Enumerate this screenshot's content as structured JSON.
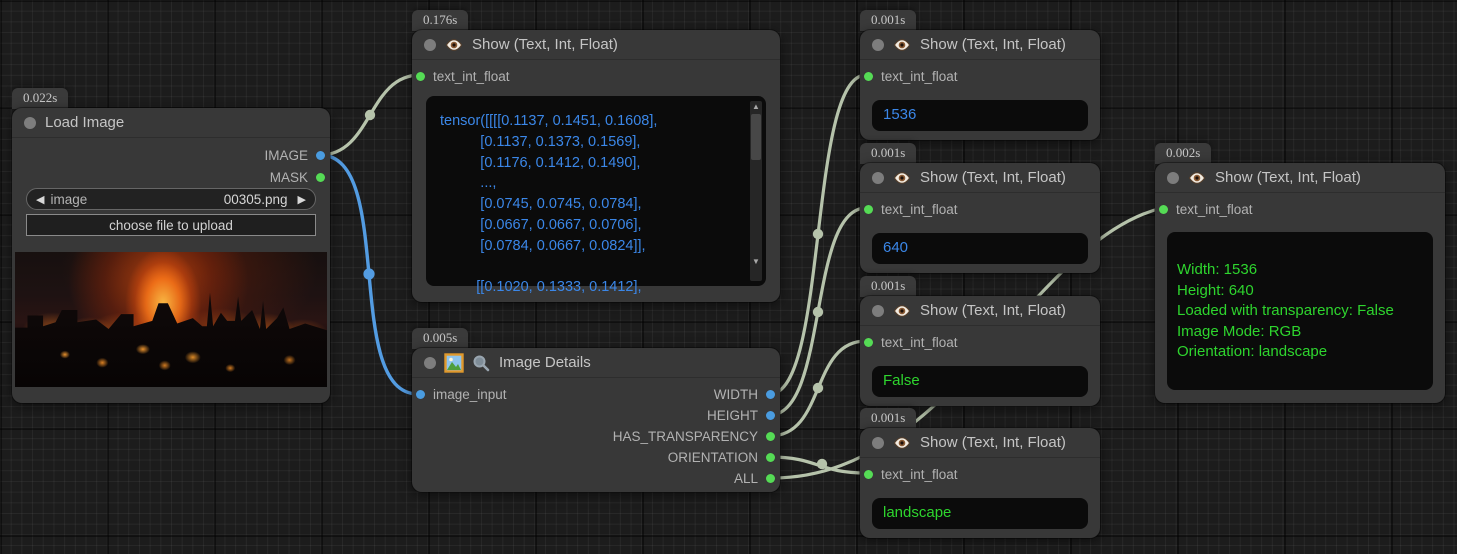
{
  "colors": {
    "wire_default": "#b6c3ab",
    "wire_image": "#539ce2",
    "slot_blue": "#4a9ce0",
    "slot_green": "#55db55",
    "value_blue": "#3b87e8",
    "value_green": "#2ed52e",
    "node_bg": "#383838",
    "textbox_bg": "#0b0b0b"
  },
  "icons": {
    "combo_prev": "◀",
    "combo_next": "▶",
    "scroll_up": "▲",
    "scroll_down": "▼"
  },
  "nodes": {
    "load_image": {
      "badge": "0.022s",
      "title": "Load Image",
      "outputs": [
        {
          "label": "IMAGE"
        },
        {
          "label": "MASK"
        }
      ],
      "combo_name": "image",
      "combo_value": "00305.png",
      "upload_button": "choose file to upload"
    },
    "show_tensor": {
      "badge": "0.176s",
      "title": "Show (Text, Int, Float)",
      "input_label": "text_int_float",
      "value": "tensor([[[[0.1137, 0.1451, 0.1608],\n          [0.1137, 0.1373, 0.1569],\n          [0.1176, 0.1412, 0.1490],\n          ...,\n          [0.0745, 0.0745, 0.0784],\n          [0.0667, 0.0667, 0.0706],\n          [0.0784, 0.0667, 0.0824]],\n\n         [[0.1020, 0.1333, 0.1412],"
    },
    "image_details": {
      "badge": "0.005s",
      "title": "Image Details",
      "input_label": "image_input",
      "outputs": [
        {
          "label": "WIDTH"
        },
        {
          "label": "HEIGHT"
        },
        {
          "label": "HAS_TRANSPARENCY"
        },
        {
          "label": "ORIENTATION"
        },
        {
          "label": "ALL"
        }
      ]
    },
    "show_width": {
      "badge": "0.001s",
      "title": "Show (Text, Int, Float)",
      "input_label": "text_int_float",
      "value": "1536"
    },
    "show_height": {
      "badge": "0.001s",
      "title": "Show (Text, Int, Float)",
      "input_label": "text_int_float",
      "value": "640"
    },
    "show_transparency": {
      "badge": "0.001s",
      "title": "Show (Text, Int, Float)",
      "input_label": "text_int_float",
      "value": "False"
    },
    "show_orientation": {
      "badge": "0.001s",
      "title": "Show (Text, Int, Float)",
      "input_label": "text_int_float",
      "value": "landscape"
    },
    "show_all": {
      "badge": "0.002s",
      "title": "Show (Text, Int, Float)",
      "input_label": "text_int_float",
      "value": "Width: 1536\nHeight: 640\nLoaded with transparency: False\nImage Mode: RGB\nOrientation: landscape"
    }
  }
}
